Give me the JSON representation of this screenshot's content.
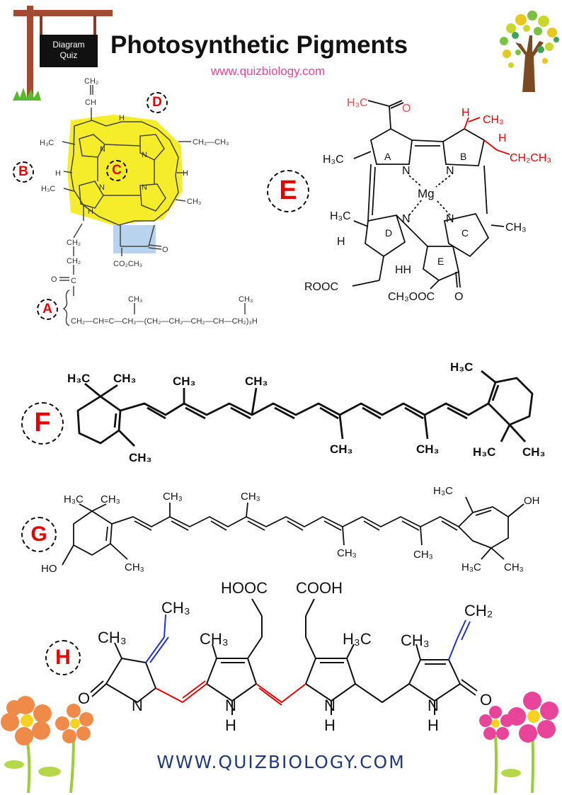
{
  "header": {
    "sign_line1": "Diagram",
    "sign_line2": "Quiz",
    "title": "Photosynthetic Pigments",
    "subtitle": "www.quizbiology.com"
  },
  "labels": {
    "A": "A",
    "B": "B",
    "C": "C",
    "D": "D",
    "E": "E",
    "F": "F",
    "G": "G",
    "H": "H"
  },
  "footer": "WWW.QUIZBIOLOGY.COM",
  "chlorophyll_a": {
    "vinyl_ch2": "CH₂",
    "vinyl_ch": "CH",
    "h_top": "H",
    "h3c_left": "H₃C",
    "ch2_ch3": "CH₂—CH₃",
    "h_left": "H",
    "h_right": "H",
    "h3c_lower": "H₃C",
    "ch3_right": "CH₃",
    "h_mid": "H",
    "ch2_a": "CH₂",
    "ch2_b": "CH₂",
    "c_ester": "C",
    "o_ester": "O",
    "o_keto": "O",
    "co2ch3": "CO₂CH₃",
    "phytyl_ch3_1": "CH₃",
    "phytyl_ch3_2": "CH₃",
    "phytyl_chain": "CH₂—CH=C—CH₂—(CH₂—CH₂—CH₂—CH—CH₂)₃H",
    "ring_n1": "N",
    "ring_n2": "N",
    "ring_n3": "N",
    "ring_n4": "N"
  },
  "bacteriochlorophyll": {
    "h3c_acetyl": "H₃C",
    "o_acetyl": "O",
    "h3c_a": "H₃C",
    "ring_a": "A",
    "ring_b": "B",
    "ring_c": "C",
    "ring_d": "D",
    "ring_e": "E",
    "mg": "Mg",
    "n1": "N",
    "n2": "N",
    "n3": "N",
    "n4": "N",
    "h_b1": "H",
    "ch3_b": "CH₃",
    "h_b2": "H",
    "ch2ch3": "CH₂CH₃",
    "h3c_d": "H₃C",
    "h_d": "H",
    "ch3_c": "CH₃",
    "hh": "HH",
    "rooc": "ROOC",
    "ch3ooc": "CH₃OOC",
    "o_e": "O"
  },
  "beta_carotene": {
    "h3c_1": "H₃C",
    "ch3_1": "CH₃",
    "ch3_2": "CH₃",
    "ch3_3": "CH₃",
    "ch3_4": "CH₃",
    "ch3_5": "CH₃",
    "ch3_6": "CH₃",
    "h3c_2": "H₃C",
    "h3c_3": "H₃C",
    "ch3_7": "CH₃"
  },
  "zeaxanthin": {
    "h3c_1": "H₃C",
    "ch3_1": "CH₃",
    "ch3_2": "CH₃",
    "ch3_3": "CH₃",
    "ch3_4": "CH₃",
    "ch3_5": "CH₃",
    "h3c_2": "H₃C",
    "oh_right": "OH",
    "ho_left": "HO",
    "ch3_6": "CH₃",
    "h3c_3": "H₃C",
    "ch3_7": "CH₃"
  },
  "phycobilin": {
    "hooc": "HOOC",
    "cooh": "COOH",
    "ch3_ethylidene": "CH₃",
    "ch2_vinyl": "CH₂",
    "ch3_1": "CH₃",
    "ch3_2": "CH₃",
    "h3c": "H₃C",
    "ch3_3": "CH₃",
    "o_left": "O",
    "n_left": "N",
    "nh1_n": "N",
    "nh1_h": "H",
    "nh2_n": "N",
    "nh2_h": "H",
    "nh3_n": "N",
    "nh3_h": "H",
    "o_right": "O"
  }
}
